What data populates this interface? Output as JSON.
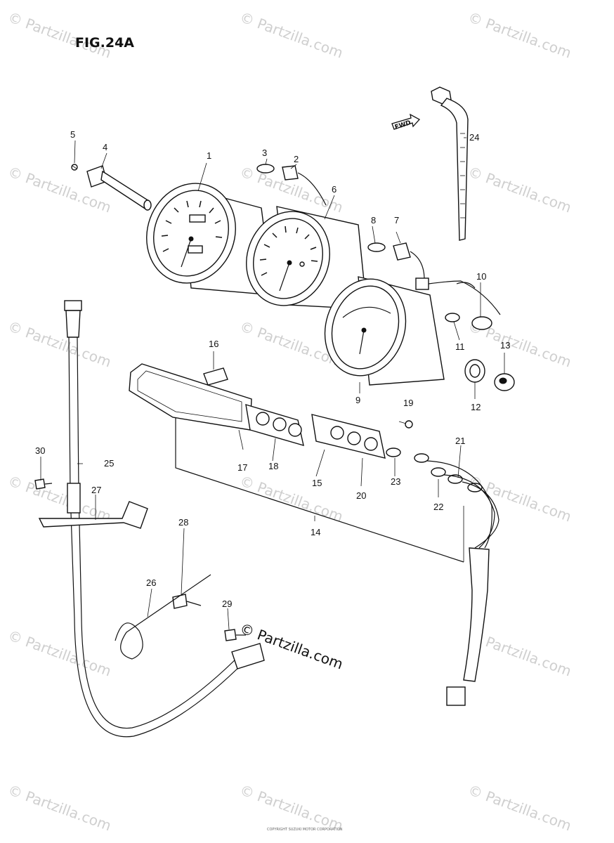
{
  "figure": {
    "title": "FIG.24A",
    "fwd_label": "FWD",
    "watermark": "© Partzilla.com",
    "main_watermark": "© Partzilla.com",
    "footer_text": "COPYRIGHT SUZUKI MOTOR CORPORATION"
  },
  "callouts": [
    "1",
    "2",
    "3",
    "4",
    "5",
    "6",
    "7",
    "8",
    "9",
    "10",
    "11",
    "12",
    "13",
    "14",
    "15",
    "16",
    "17",
    "18",
    "19",
    "20",
    "21",
    "22",
    "23",
    "24",
    "25",
    "26",
    "27",
    "28",
    "29",
    "30"
  ]
}
